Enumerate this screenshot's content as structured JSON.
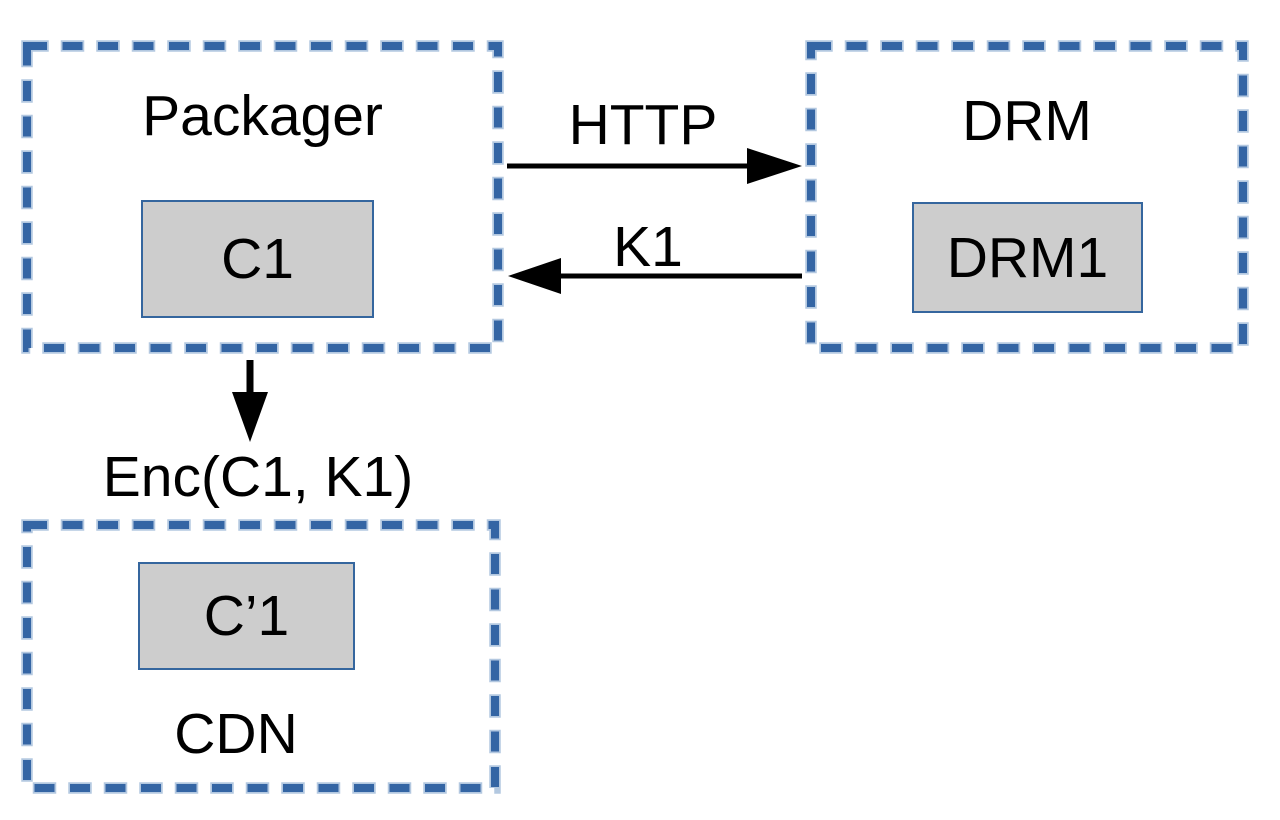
{
  "colors": {
    "background": "#ffffff",
    "dash_blue": "#3465a4",
    "dash_halo": "#b3c8e0",
    "chip_fill": "#cdcdcd",
    "chip_border": "#35669e",
    "arrow": "#000000",
    "text": "#000000"
  },
  "nodes": {
    "packager": {
      "title": "Packager",
      "chip": "C1"
    },
    "drm": {
      "title": "DRM",
      "chip": "DRM1"
    },
    "cdn": {
      "title": "CDN",
      "chip": "C’1"
    }
  },
  "edges": {
    "http": {
      "label": "HTTP",
      "from": "Packager",
      "to": "DRM"
    },
    "k1": {
      "label": "K1",
      "from": "DRM",
      "to": "Packager"
    },
    "enc": {
      "label": "Enc(C1, K1)",
      "from": "Packager",
      "to": "CDN"
    }
  }
}
